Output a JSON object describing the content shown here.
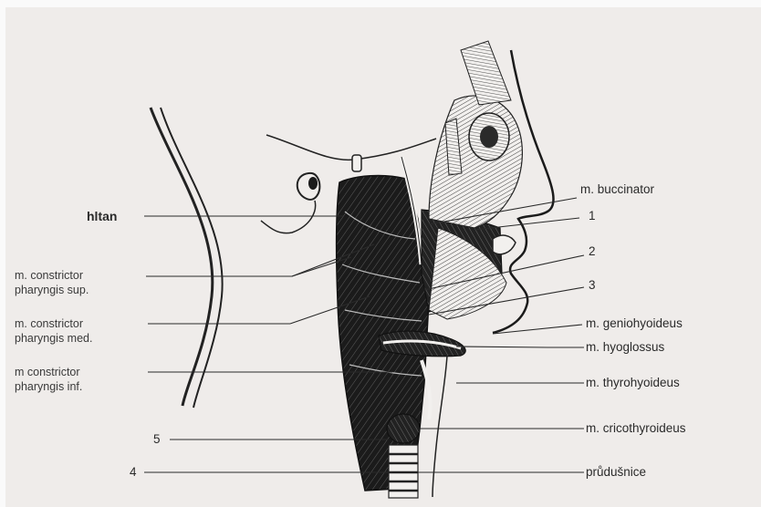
{
  "labels": {
    "hltan": "hltan",
    "constrictor_sup_1": "m. constrictor",
    "constrictor_sup_2": "pharyngis sup.",
    "constrictor_med_1": "m. constrictor",
    "constrictor_med_2": "pharyngis med.",
    "constrictor_inf_1": "m constrictor",
    "constrictor_inf_2": "pharyngis inf.",
    "num_5": "5",
    "num_4": "4",
    "buccinator": "m. buccinator",
    "num_1": "1",
    "num_2": "2",
    "num_3": "3",
    "geniohyoideus": "m. geniohyoideus",
    "hyoglossus": "m. hyoglossus",
    "thyrohyoideus": "m. thyrohyoideus",
    "cricothyroideus": "m. cricothyroideus",
    "prudusnice": "průdušnice"
  },
  "colors": {
    "paper": "#efecea",
    "ink": "#1b1b1b",
    "lines": "#2a2a2a"
  }
}
